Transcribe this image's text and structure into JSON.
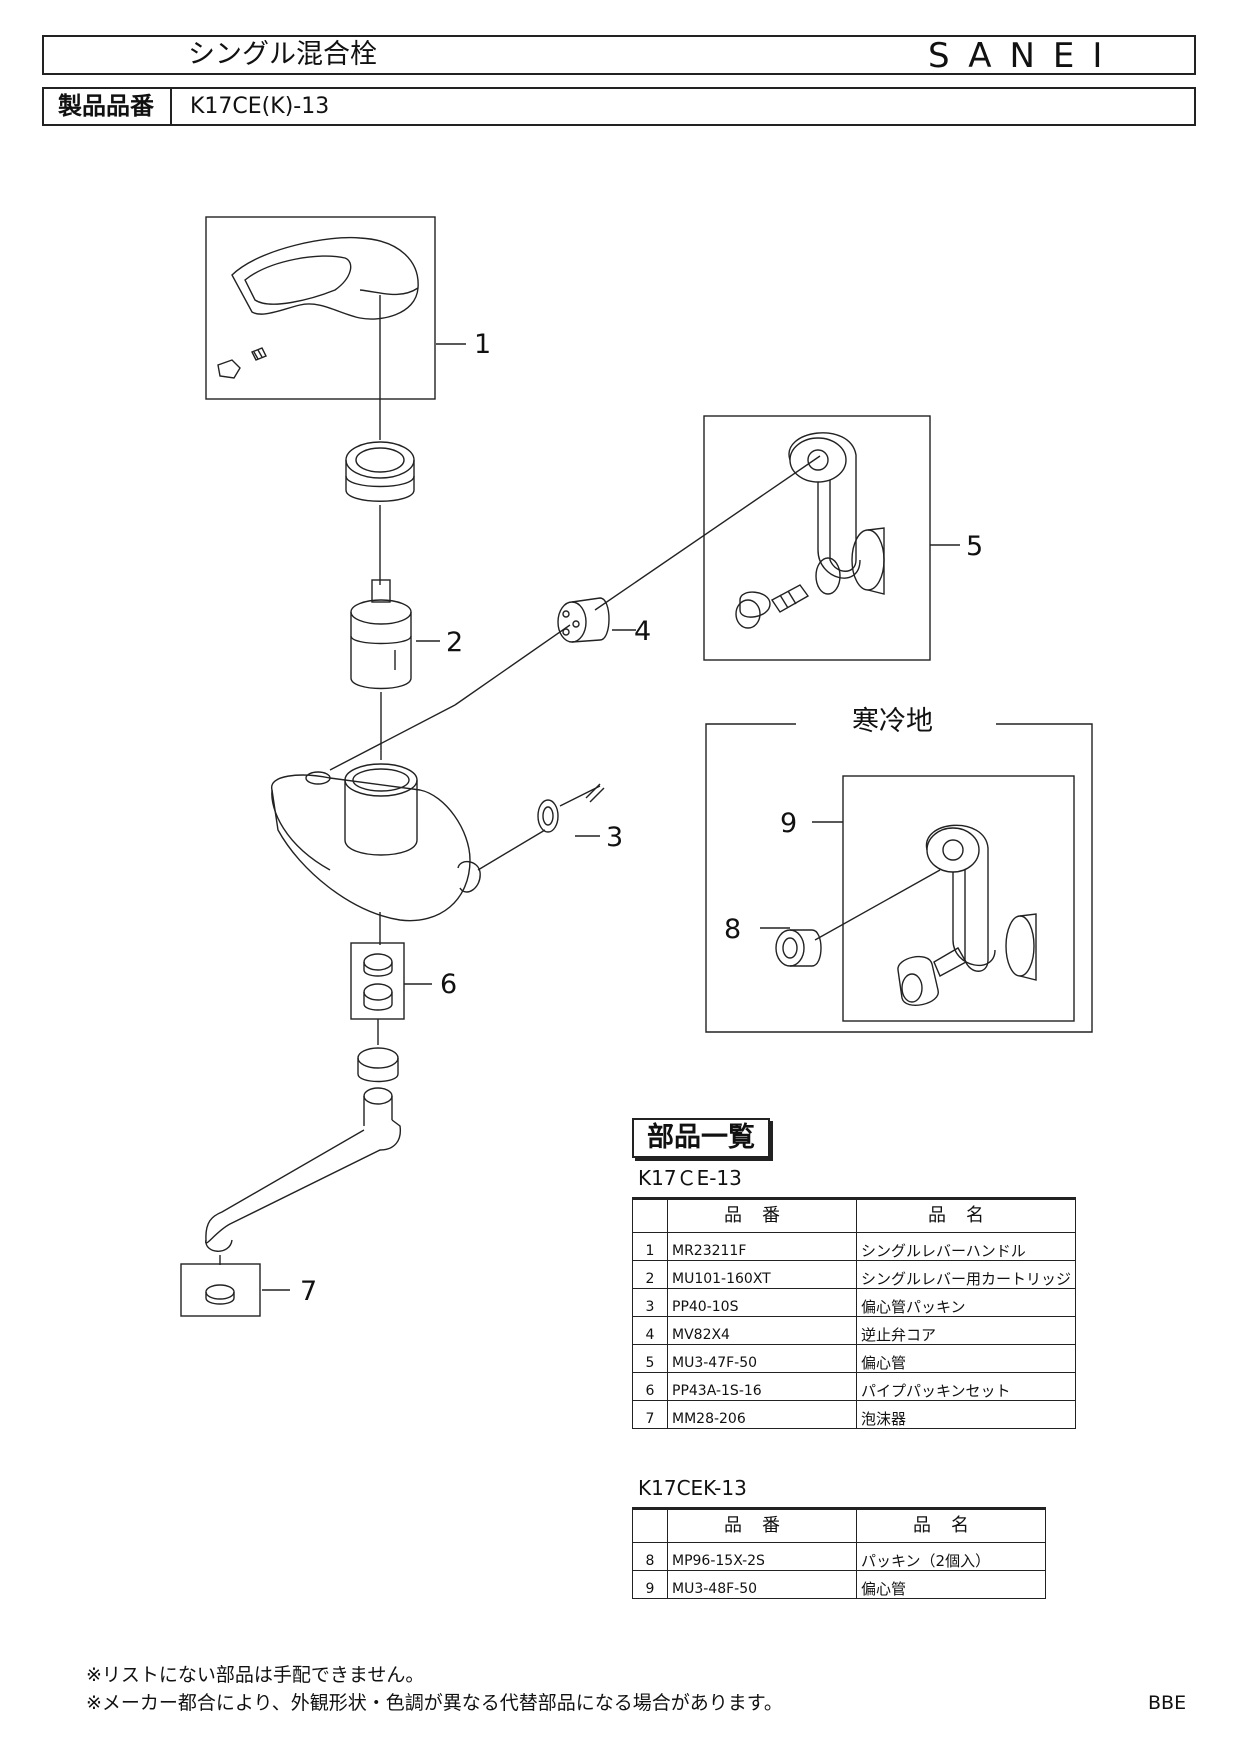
{
  "header": {
    "title": "シングル混合栓",
    "brand": "SANEI",
    "product_code_label": "製品品番",
    "product_code": "K17CE(K)-13"
  },
  "diagram": {
    "callouts": [
      "1",
      "2",
      "3",
      "4",
      "5",
      "6",
      "7",
      "8",
      "9"
    ],
    "cold_region_label": "寒冷地"
  },
  "parts_list": {
    "title": "部品一覧",
    "column_headers": [
      "品番",
      "品名"
    ],
    "tables": [
      {
        "model": "K17ＣE-13",
        "rows": [
          {
            "no": "1",
            "part_number": "MR23211F",
            "name": "シングルレバーハンドル"
          },
          {
            "no": "2",
            "part_number": "MU101-160XT",
            "name": "シングルレバー用カートリッジ"
          },
          {
            "no": "3",
            "part_number": "PP40-10S",
            "name": "偏心管パッキン"
          },
          {
            "no": "4",
            "part_number": "MV82X4",
            "name": "逆止弁コア"
          },
          {
            "no": "5",
            "part_number": "MU3-47F-50",
            "name": "偏心管"
          },
          {
            "no": "6",
            "part_number": "PP43A-1S-16",
            "name": "パイプパッキンセット"
          },
          {
            "no": "7",
            "part_number": "MM28-206",
            "name": "泡沫器"
          }
        ]
      },
      {
        "model": "K17CEK-13",
        "rows": [
          {
            "no": "8",
            "part_number": "MP96-15X-2S",
            "name": "パッキン（2個入）"
          },
          {
            "no": "9",
            "part_number": "MU3-48F-50",
            "name": "偏心管"
          }
        ]
      }
    ]
  },
  "footer": {
    "notes": [
      "※リストにない部品は手配できません。",
      "※メーカー都合により、外観形状・色調が異なる代替部品になる場合があります。"
    ],
    "code": "BBE"
  }
}
